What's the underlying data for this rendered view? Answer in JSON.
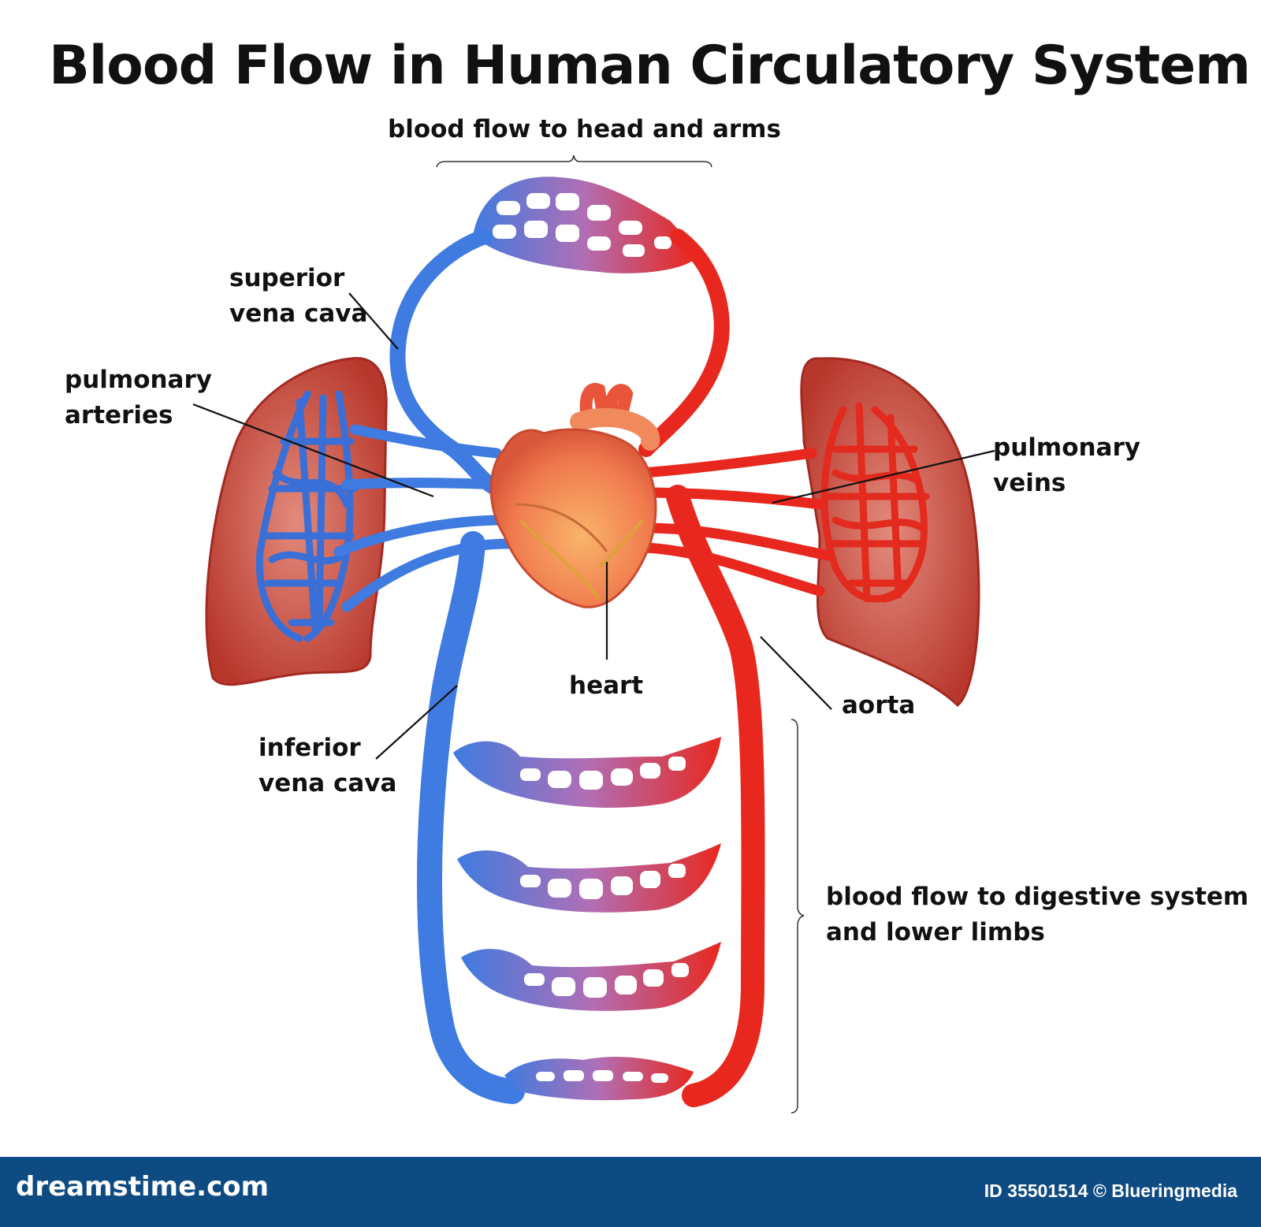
{
  "title": "Blood Flow  in Human Circulatory System",
  "labels": {
    "head_arms": "blood flow to head and arms",
    "superior_vena_cava": [
      "superior",
      "vena cava"
    ],
    "pulmonary_arteries": [
      "pulmonary",
      "arteries"
    ],
    "pulmonary_veins": [
      "pulmonary",
      "veins"
    ],
    "heart": "heart",
    "aorta": "aorta",
    "inferior_vena_cava": [
      "inferior",
      "vena cava"
    ],
    "digestive": [
      "blood flow to digestive system",
      "and lower limbs"
    ]
  },
  "footer": {
    "brand": "dreamstime.com",
    "credit": "ID 35501514 © Blueringmedia"
  },
  "colors": {
    "vein_blue": "#3f7be0",
    "artery_red": "#e8281e",
    "lung": "#c9473b",
    "heart": "#f08a5d",
    "footer_bg": "#0d4b82"
  }
}
